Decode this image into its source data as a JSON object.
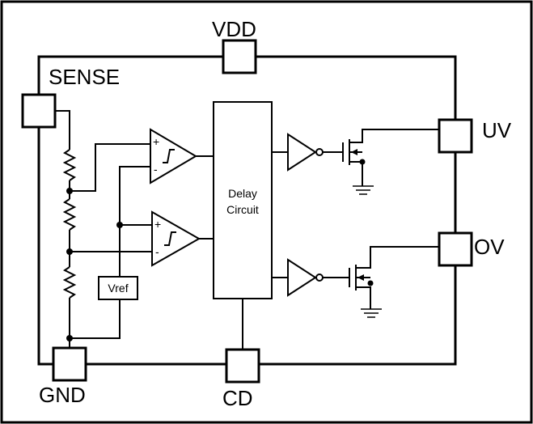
{
  "pins": {
    "vdd": "VDD",
    "sense": "SENSE",
    "gnd": "GND",
    "cd": "CD",
    "uv": "UV",
    "ov": "OV"
  },
  "blocks": {
    "delay_line1": "Delay",
    "delay_line2": "Circuit",
    "vref": "Vref"
  },
  "comparator_signs": {
    "plus": "+",
    "minus": "-"
  }
}
